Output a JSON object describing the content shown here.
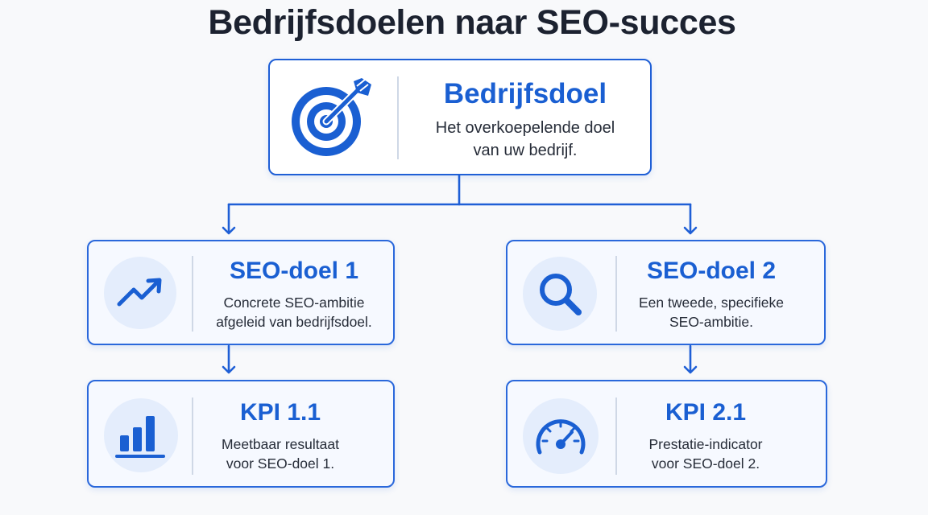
{
  "title": "Bedrijfsdoelen naar SEO-succes",
  "nodes": {
    "business_goal": {
      "heading": "Bedrijfsdoel",
      "desc_line1": "Het overkoepelende doel",
      "desc_line2": "van uw bedrijf.",
      "icon": "target-icon"
    },
    "seo_goal_1": {
      "heading": "SEO-doel 1",
      "desc_line1": "Concrete SEO-ambitie",
      "desc_line2": "afgeleid van bedrijfsdoel.",
      "icon": "trend-up-icon"
    },
    "seo_goal_2": {
      "heading": "SEO-doel 2",
      "desc_line1": "Een tweede, specifieke",
      "desc_line2": "SEO-ambitie.",
      "icon": "search-icon"
    },
    "kpi_1_1": {
      "heading": "KPI 1.1",
      "desc_line1": "Meetbaar resultaat",
      "desc_line2": "voor SEO-doel 1.",
      "icon": "bar-chart-icon"
    },
    "kpi_2_1": {
      "heading": "KPI 2.1",
      "desc_line1": "Prestatie-indicator",
      "desc_line2": "voor SEO-doel 2.",
      "icon": "gauge-icon"
    }
  },
  "colors": {
    "accent": "#1a5fd2",
    "border": "#1f5fd6",
    "icon_circle_bg": "#e4edfc",
    "background": "#f8f9fb",
    "text": "#1c2230"
  }
}
